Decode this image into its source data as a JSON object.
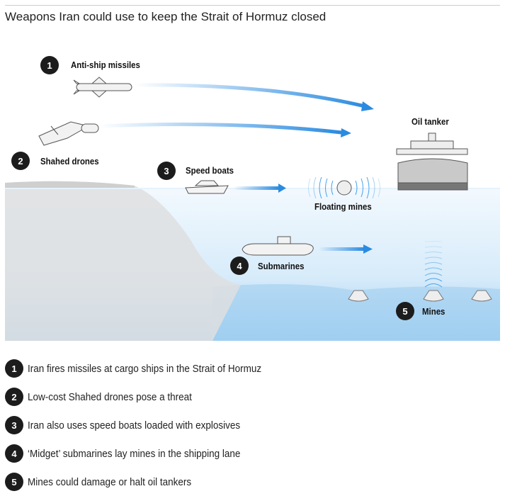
{
  "title": "Weapons Iran could use to keep the Strait of Hormuz closed",
  "labels": {
    "missiles": {
      "num": "1",
      "text": "Anti-ship missiles"
    },
    "drones": {
      "num": "2",
      "text": "Shahed drones"
    },
    "boats": {
      "num": "3",
      "text": "Speed boats"
    },
    "submarines": {
      "num": "4",
      "text": "Submarines"
    },
    "mines": {
      "num": "5",
      "text": "Mines"
    },
    "floating": "Floating mines",
    "tanker": "Oil tanker"
  },
  "legend": [
    {
      "num": "1",
      "text": "Iran fires missiles at cargo ships in the Strait of Hormuz"
    },
    {
      "num": "2",
      "text": "Low-cost Shahed drones pose a threat"
    },
    {
      "num": "3",
      "text": "Iran also uses speed boats loaded with explosives"
    },
    {
      "num": "4",
      "text": "‘Midget’ submarines lay mines in the shipping lane"
    },
    {
      "num": "5",
      "text": "Mines could damage or halt oil tankers"
    }
  ],
  "colors": {
    "arrow": "#2b8be0",
    "water_top": "#eef7fd",
    "water_bottom": "#8ec6ee",
    "land": "#dcdcdc"
  }
}
